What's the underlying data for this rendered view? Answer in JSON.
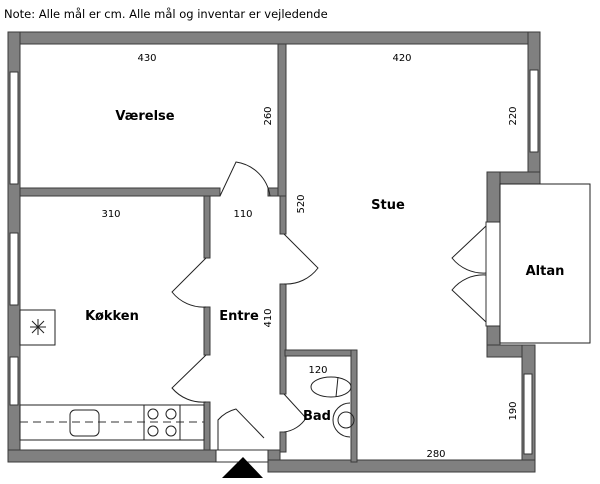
{
  "note": "Note: Alle mål er cm. Alle mål og inventar er vejledende",
  "rooms": {
    "vaerelse": "Værelse",
    "stue": "Stue",
    "altan": "Altan",
    "kokken": "Køkken",
    "entre": "Entre",
    "bad": "Bad"
  },
  "dimensions": {
    "vaerelse_width": "430",
    "vaerelse_depth": "260",
    "stue_width_top": "420",
    "stue_right_upper": "220",
    "stue_left": "520",
    "kokken_width": "310",
    "entre_width": "110",
    "entre_depth": "410",
    "bad_width": "120",
    "stue_right_lower": "190",
    "stue_width_bottom": "280"
  },
  "colors": {
    "wall": "#808080",
    "wall_outline": "#3a3a3a"
  }
}
